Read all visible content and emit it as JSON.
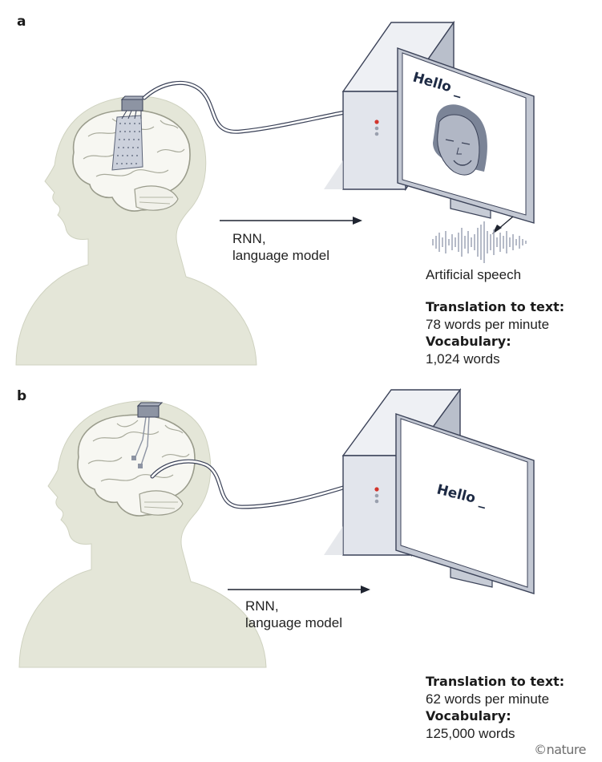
{
  "panel_a": {
    "letter": "a",
    "screen_text": "Hello _",
    "arrow_label_line1": "RNN,",
    "arrow_label_line2": "language model",
    "speech_label": "Artificial speech",
    "stat1_label": "Translation to text:",
    "stat1_value": "78 words per minute",
    "stat2_label": "Vocabulary:",
    "stat2_value": "1,024 words"
  },
  "panel_b": {
    "letter": "b",
    "screen_text": "Hello _",
    "arrow_label_line1": "RNN,",
    "arrow_label_line2": "language model",
    "stat1_label": "Translation to text:",
    "stat1_value": "62 words per minute",
    "stat2_label": "Vocabulary:",
    "stat2_value": "125,000 words"
  },
  "credit": "©nature",
  "colors": {
    "head_fill": "#e4e6d8",
    "brain_fill": "#f7f7f2",
    "brain_stroke": "#9a9c8c",
    "device_front": "#e2e5ec",
    "device_side": "#b9bfcb",
    "device_stroke": "#3b4258",
    "led_red": "#d2352c"
  }
}
